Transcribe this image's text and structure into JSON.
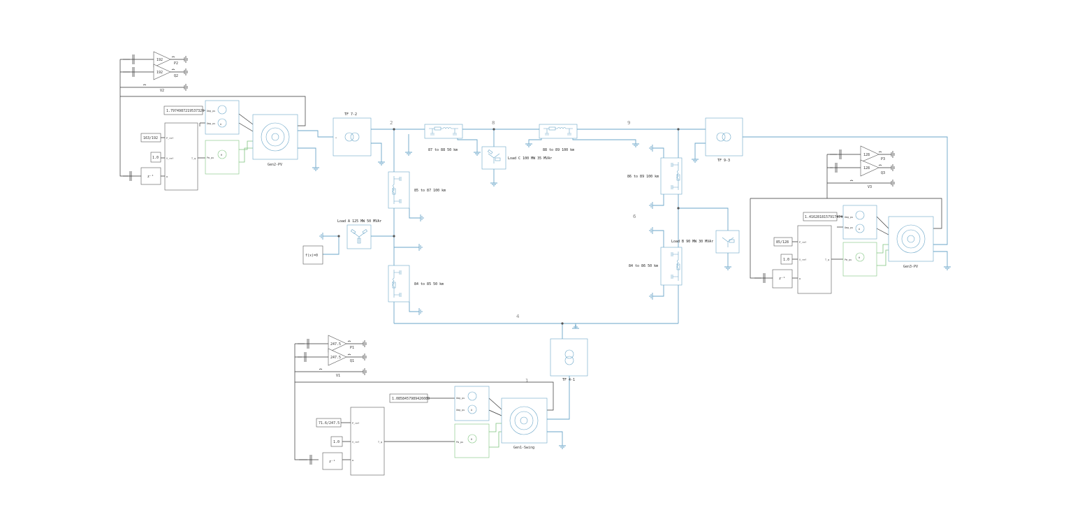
{
  "nodes": {
    "n1": "1",
    "n2": "2",
    "n4": "4",
    "n6": "6",
    "n8": "8",
    "n9": "9"
  },
  "lines": {
    "l78": "87 to 88 50 km",
    "l89": "88 to 89 100 km",
    "l57": "85 to 87 100 km",
    "l45": "84 to 85 50 km",
    "l69": "86 to 89 100 km",
    "l46": "84 to 86 50 km"
  },
  "loads": {
    "a": "Load A 125 MW 50 MVAr",
    "b": "Load B 90 MW 30 MVAr",
    "c": "Load C 100 MW 35 MVAr"
  },
  "transformers": {
    "tf72": "TF 7-2",
    "tf93": "TF 9-3",
    "tf41": "TF 4-1"
  },
  "fx": "f(x)=0",
  "gen2": {
    "name": "Gen2-PV",
    "const": "1.7974987219537326",
    "pref": "163/192",
    "vref": "1.0",
    "gainP": "192",
    "gainQ": "192",
    "labelP": "P2",
    "labelQ": "Q2",
    "labelV": "V2"
  },
  "gen3": {
    "name": "Gen3-PV",
    "const": "1.4162818157917474",
    "pref": "85/128",
    "vref": "1.0",
    "gainP": "128",
    "gainQ": "128",
    "labelP": "P3",
    "labelQ": "Q3",
    "labelV": "V3"
  },
  "gen1": {
    "name": "Gen1-Swing",
    "const": "1.0858457989426089",
    "pref": "71.6/247.5",
    "vref": "1.0",
    "gainP": "247.5",
    "gainQ": "247.5",
    "labelP": "P1",
    "labelQ": "Q1",
    "labelV": "V1"
  },
  "ports": {
    "p_ref": "P_ref",
    "v_ref": "V_ref",
    "omega": "ω",
    "tq": "T_q",
    "pm_pu": "Pm_pu",
    "omg_pu": "Omg_pu",
    "delay": "z⁻¹",
    "pos": "+",
    "neg": "−"
  },
  "colors": {
    "electrical": "#6aa6c8",
    "mechanical": "#7fc47f",
    "signal": "#333333"
  }
}
